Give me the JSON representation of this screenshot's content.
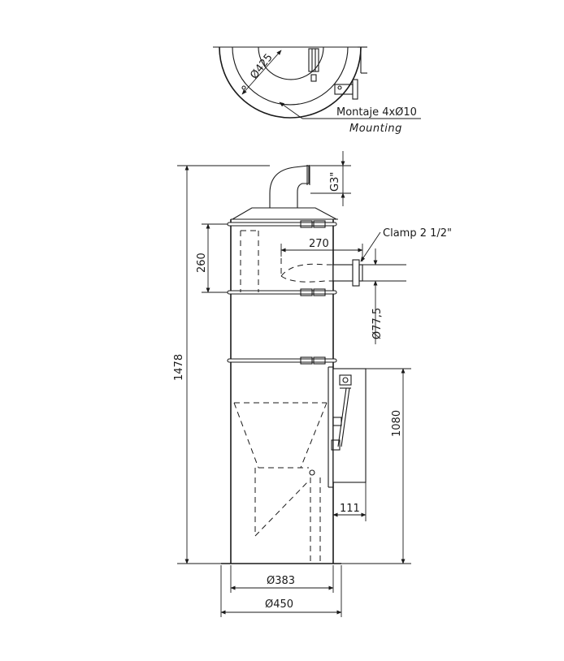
{
  "top_view": {
    "diameter_label": "Ø425",
    "mounting_label": "Montaje 4xØ10",
    "mounting_label_en": "Mounting"
  },
  "side_view": {
    "outlet_thread_label": "G3\"",
    "clamp_label": "Clamp 2 1/2\"",
    "inlet_length_label": "270",
    "band_spacing_label": "260",
    "inlet_diameter_label": "Ø77,5",
    "total_height_label": "1478",
    "panel_height_label": "1080",
    "panel_offset_label": "111",
    "body_diameter_label": "Ø383",
    "base_diameter_label": "Ø450"
  }
}
